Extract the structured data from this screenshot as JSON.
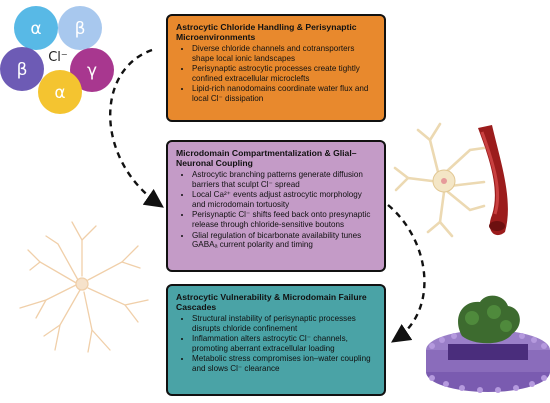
{
  "subunits": {
    "top_left": "α",
    "top_right": "β",
    "left": "β",
    "right": "γ",
    "bottom": "α",
    "center_label": "Cl⁻"
  },
  "colors": {
    "box1": "#e8892d",
    "box2": "#c49bc7",
    "box3": "#4aa3a6",
    "subunit_alpha_top": "#58b9e6",
    "subunit_beta_top": "#a8c8ee",
    "subunit_beta_left": "#6d5bb5",
    "subunit_gamma": "#a8378f",
    "subunit_alpha_bottom": "#f4c430"
  },
  "boxes": [
    {
      "title": "Astrocytic Chloride Handling & Perisynaptic Microenvironments",
      "items": [
        "Diverse chloride channels and cotransporters shape local ionic landscapes",
        "Perisynaptic astrocytic processes create tightly confined extracellular microclefts",
        "Lipid-rich nanodomains coordinate water flux and local Cl⁻ dissipation"
      ]
    },
    {
      "title": "Microdomain Compartmentalization & Glial–Neuronal Coupling",
      "items": [
        "Astrocytic branching patterns generate diffusion barriers that sculpt Cl⁻ spread",
        "Local Ca²⁺ events adjust astrocytic morphology and microdomain tortuosity",
        "Perisynaptic Cl⁻ shifts feed back onto presynaptic release through chloride-sensitive boutons",
        "Glial regulation of bicarbonate availability tunes GABAₐ current polarity and timing"
      ]
    },
    {
      "title": "Astrocytic Vulnerability & Microdomain Failure Cascades",
      "items": [
        "Structural instability of perisynaptic processes disrupts chloride confinement",
        "Inflammation alters astrocytic Cl⁻ channels, promoting aberrant extracellular loading",
        "Metabolic stress compromises ion–water coupling and slows Cl⁻ clearance"
      ]
    }
  ]
}
